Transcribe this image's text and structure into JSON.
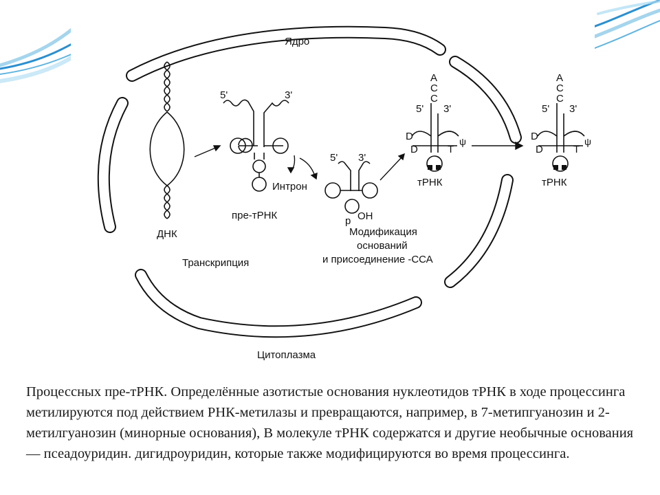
{
  "diagram": {
    "nucleus_label": "Ядро",
    "cytoplasm_label": "Цитоплазма",
    "dna_label": "ДНК",
    "transcription_label": "Транскрипция",
    "pre_trna_label": "пре-тРНК",
    "intron_label": "Интрон",
    "five_prime": "5'",
    "three_prime": "3'",
    "oh_label": "OH",
    "p_label": "p",
    "modification_lines": [
      "Модификация",
      "оснований",
      "и присоединение -ССА"
    ],
    "trna_label": "тРНК",
    "cca_letters": [
      "A",
      "C",
      "C"
    ],
    "d_label": "D",
    "t_label": "T",
    "psi_label": "ψ"
  },
  "caption": "Процессных пре-тРНК. Определённые азотистые основания нуклеотидов тРНК в ходе процессинга метилируются под действием РНК-метилазы и превращаются, например, в 7-метипгуанозин и 2-метилгуанозин (минорные основания), В молекуле тРНК содержатся и другие необычные основания — псеадоуридин. дигидроуридин, которые также модифицируются во время процессинга.",
  "colors": {
    "decor_blue": "#2a8fd0",
    "decor_light": "#8fcbe8",
    "ink": "#111111"
  }
}
